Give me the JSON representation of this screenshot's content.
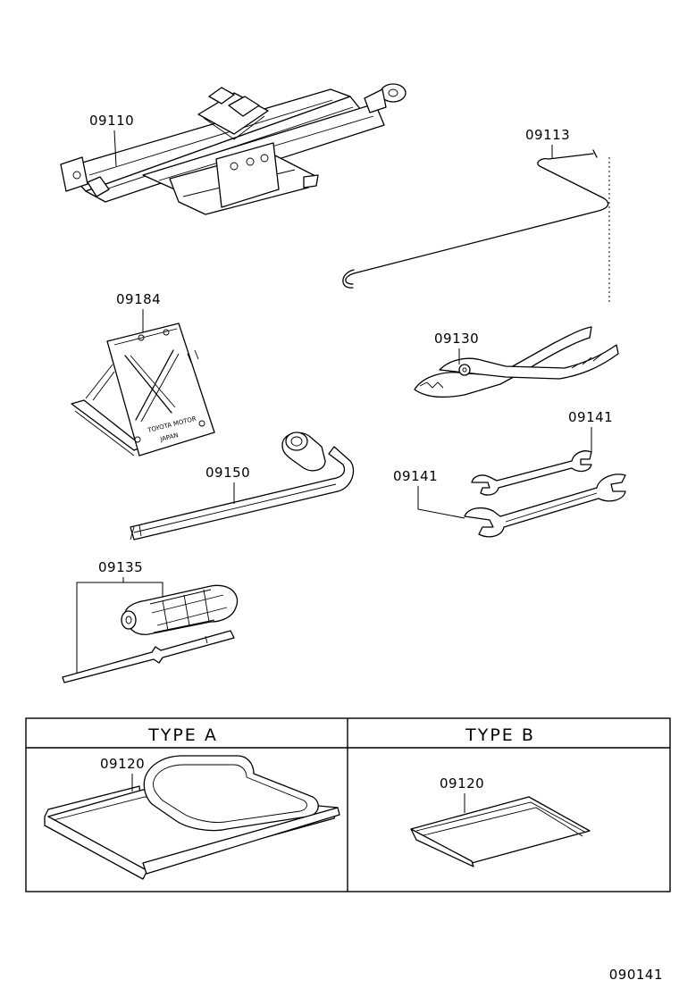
{
  "parts": [
    {
      "id": "jack",
      "number": "09110"
    },
    {
      "id": "jack-handle",
      "number": "09113"
    },
    {
      "id": "wheel-chock",
      "number": "09184"
    },
    {
      "id": "pliers",
      "number": "09130"
    },
    {
      "id": "wrench-small",
      "number": "09141"
    },
    {
      "id": "wrench-large",
      "number": "09141"
    },
    {
      "id": "lug-wrench",
      "number": "09150"
    },
    {
      "id": "screwdriver",
      "number": "09135"
    }
  ],
  "chock_stamp": {
    "line1": "TOYOTA MOTOR",
    "line2": "JAPAN"
  },
  "table": {
    "type_a": {
      "header": "TYPE  A",
      "part_number": "09120"
    },
    "type_b": {
      "header": "TYPE  B",
      "part_number": "09120"
    }
  },
  "diagram_code": "090141"
}
